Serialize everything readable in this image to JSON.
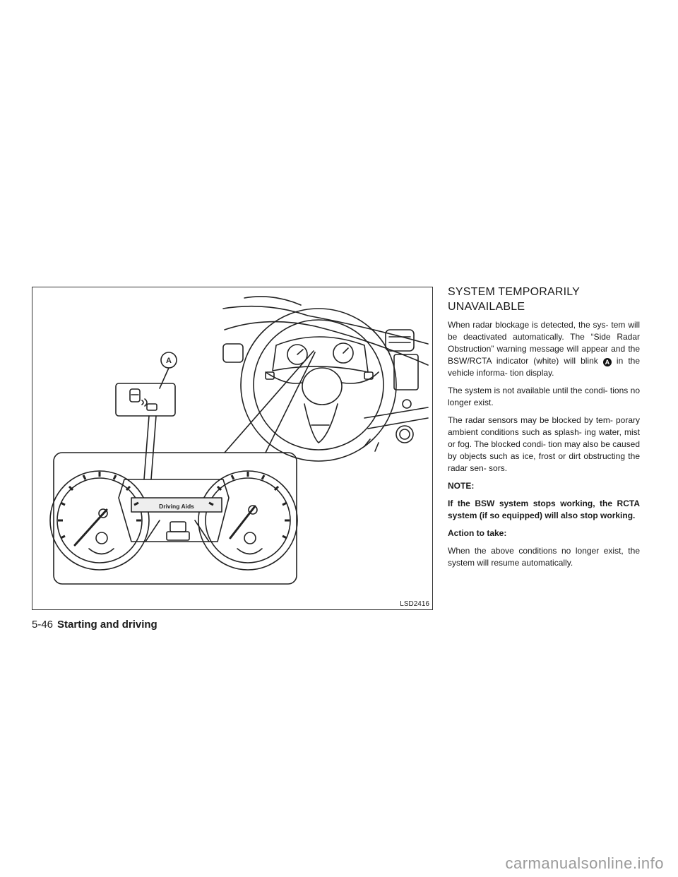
{
  "figure": {
    "callout": "A",
    "screen_label": "Driving Aids",
    "code": "LSD2416"
  },
  "section": {
    "heading_line1": "SYSTEM TEMPORARILY",
    "heading_line2": "UNAVAILABLE",
    "p1_before": "When radar blockage is detected, the sys- tem will be deactivated automatically. The “Side Radar Obstruction” warning message will appear and the BSW/RCTA indicator (white) will blink",
    "p1_marker": "A",
    "p1_after": "in the vehicle informa- tion display.",
    "p2": "The system is not available until the condi- tions no longer exist.",
    "p3": "The radar sensors may be blocked by tem- porary ambient conditions such as splash- ing water, mist or fog. The blocked condi- tion may also be caused by objects such as ice, frost or dirt obstructing the radar sen- sors.",
    "note_label": "NOTE:",
    "note_text": "If the BSW system stops working, the RCTA system (if so equipped) will also stop working.",
    "action_label": "Action to take:",
    "action_text": "When the above conditions no longer exist, the system will resume automatically."
  },
  "footer": {
    "page": "5-46",
    "section": "Starting and driving"
  },
  "watermark": "carmanualsonline.info"
}
